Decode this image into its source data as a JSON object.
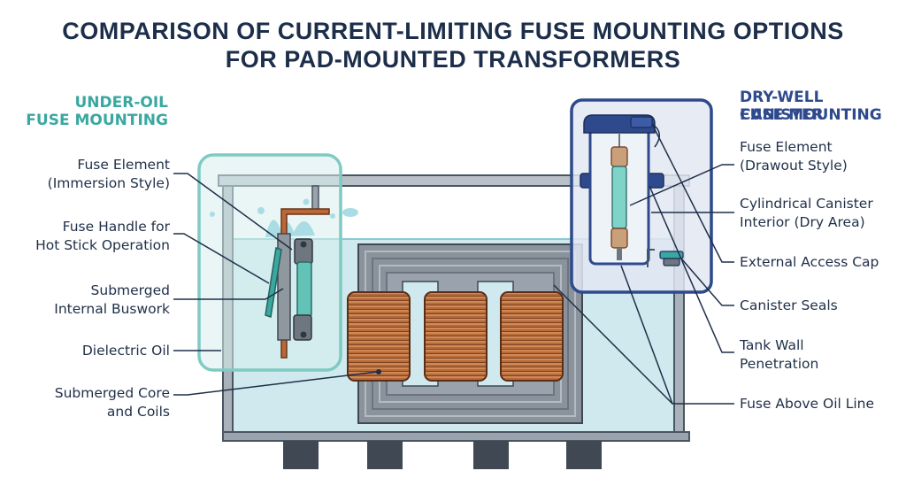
{
  "title": {
    "line1": "COMPARISON OF CURRENT-LIMITING FUSE MOUNTING OPTIONS",
    "line2": "FOR PAD-MOUNTED TRANSFORMERS"
  },
  "left_panel": {
    "heading_line1": "UNDER-OIL",
    "heading_line2": "FUSE MOUNTING",
    "labels": [
      {
        "line1": "Fuse Element",
        "line2": "(Immersion Style)"
      },
      {
        "line1": "Fuse Handle for",
        "line2": "Hot Stick Operation"
      },
      {
        "line1": "Submerged",
        "line2": "Internal Buswork"
      },
      {
        "line1": "Dielectric Oil",
        "line2": ""
      },
      {
        "line1": "Submerged Core",
        "line2": "and Coils"
      }
    ]
  },
  "right_panel": {
    "heading_line1": "DRY-WELL CANISTER",
    "heading_line2": "FUSE MOUNTING",
    "labels": [
      {
        "line1": "Fuse Element",
        "line2": "(Drawout Style)"
      },
      {
        "line1": "Cylindrical Canister",
        "line2": "Interior (Dry Area)"
      },
      {
        "line1": "External Access Cap",
        "line2": ""
      },
      {
        "line1": "Canister Seals",
        "line2": ""
      },
      {
        "line1": "Tank Wall",
        "line2": "Penetration"
      },
      {
        "line1": "Fuse Above Oil Line",
        "line2": ""
      }
    ]
  },
  "colors": {
    "title": "#1c2e4a",
    "left_accent": "#3aa8a0",
    "right_accent": "#2e4a8c",
    "oil": "#cfe9ee",
    "copper": "#b8693a",
    "steel": "#9aa3ad"
  }
}
